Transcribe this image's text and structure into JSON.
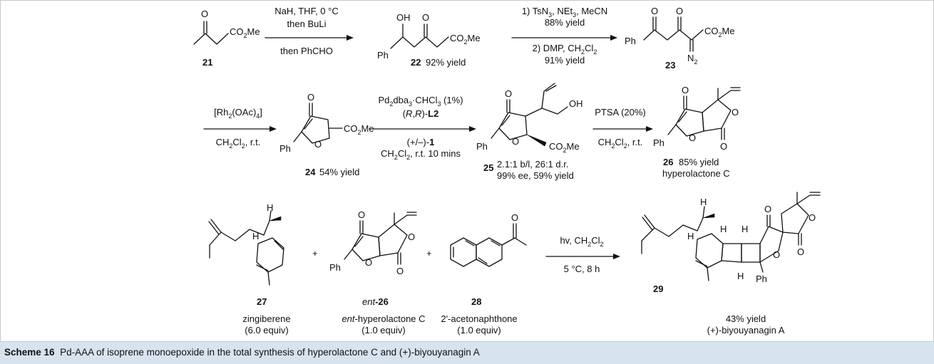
{
  "caption": {
    "label": "Scheme 16",
    "text": "Pd-AAA of isoprene monoepoxide in the total synthesis of hyperolactone C and (+)-biyouyanagin A"
  },
  "row1": {
    "c21": {
      "number": "21"
    },
    "step1": {
      "line1": "NaH, THF, 0 °C",
      "line2": "then BuLi",
      "line3": "then PhCHO"
    },
    "c22": {
      "number": "22",
      "yield": "92% yield"
    },
    "step2": {
      "line1": "1) TsN3, NEt3, MeCN",
      "line2": "88% yield",
      "line3": "2) DMP, CH2Cl2",
      "line4": "91% yield"
    },
    "c23": {
      "number": "23"
    }
  },
  "row2": {
    "step3": {
      "line1": "[Rh2(OAc)4]",
      "line2": "CH2Cl2, r.t."
    },
    "c24": {
      "number": "24",
      "yield": "54% yield"
    },
    "step4": {
      "line1": "Pd2dba3·CHCl3 (1%)",
      "line2": "(R,R)-L2",
      "line3": "(+/–)-1",
      "line4": "CH2Cl2, r.t. 10 mins"
    },
    "c25": {
      "number": "25",
      "line1": "2.1:1 b/l, 26:1 d.r.",
      "line2": "99% ee, 59% yield"
    },
    "step5": {
      "line1": "PTSA (20%)",
      "line2": "CH2Cl2, r.t."
    },
    "c26": {
      "number": "26",
      "yield": "85% yield",
      "name": "hyperolactone C"
    }
  },
  "row3": {
    "c27": {
      "number": "27",
      "name": "zingiberene",
      "equiv": "(6.0 equiv)"
    },
    "plus": "+",
    "ent26": {
      "prefix": "ent",
      "number": "-26",
      "name": "-hyperolactone C",
      "equiv": "(1.0 equiv)"
    },
    "c28": {
      "number": "28",
      "name": "2'-acetonaphthone",
      "equiv": "(1.0 equiv)"
    },
    "step6": {
      "line1": "hv, CH2Cl2",
      "line2": "5 °C, 8 h"
    },
    "c29": {
      "number": "29",
      "yield": "43% yield",
      "name": "(+)-biyouyanagin A"
    }
  },
  "atoms": {
    "O": "O",
    "OH": "OH",
    "H": "H",
    "Ph": "Ph",
    "CO2Me": "CO2Me",
    "N2": "N2"
  }
}
